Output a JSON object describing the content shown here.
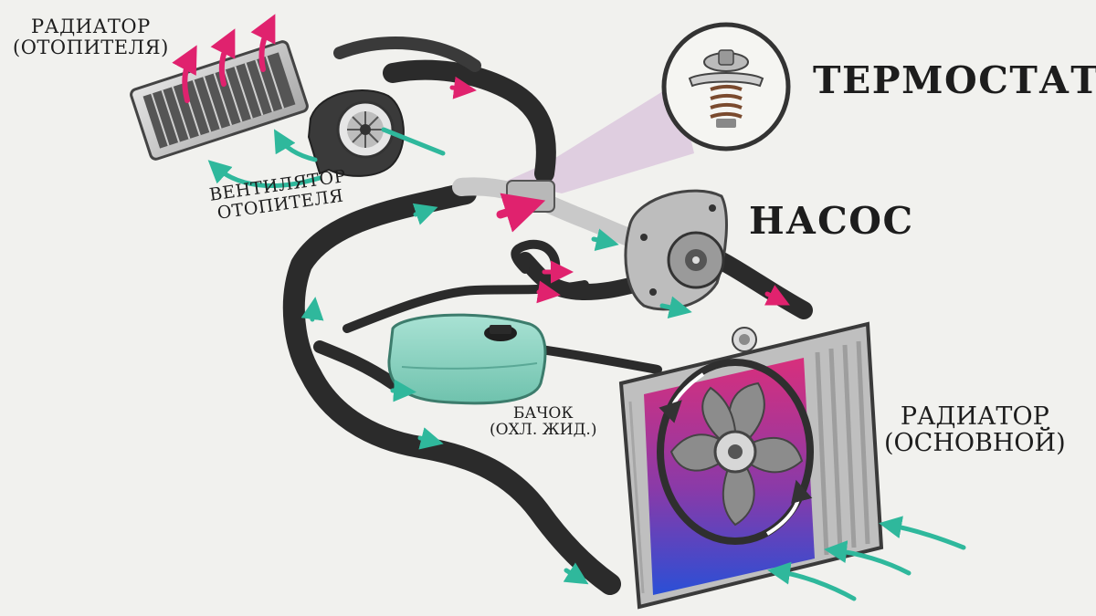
{
  "labels": {
    "heater_radiator": [
      "РАДИАТОР",
      "(ОТОПИТЕЛЯ)"
    ],
    "heater_fan": [
      "ВЕНТИЛЯТОР",
      "ОТОПИТЕЛЯ"
    ],
    "thermostat": "ТЕРМОСТАТ",
    "pump": "НАСОС",
    "tank": [
      "БАЧОК",
      "(ОХЛ. ЖИД.)"
    ],
    "main_radiator": [
      "РАДИАТОР",
      "(ОСНОВНОЙ)"
    ]
  },
  "colors": {
    "background": "#f1f1ee",
    "hose": "#2b2b2b",
    "metal": "#c9c9c9",
    "hot_flow": "#e0226e",
    "cold_flow": "#2fb89c",
    "coolant": "#8fd3c0",
    "radiator_hot": "#d82f7c",
    "radiator_cold": "#2a4fd6",
    "thermostat_glow": "#c9a3cf"
  },
  "icons": {
    "heater_radiator": "heater-radiator-icon",
    "heater_fan": "blower-fan-icon",
    "thermostat": "thermostat-icon",
    "pump": "water-pump-icon",
    "tank": "expansion-tank-icon",
    "main_radiator": "radiator-icon",
    "radiator_fan": "cooling-fan-icon"
  }
}
